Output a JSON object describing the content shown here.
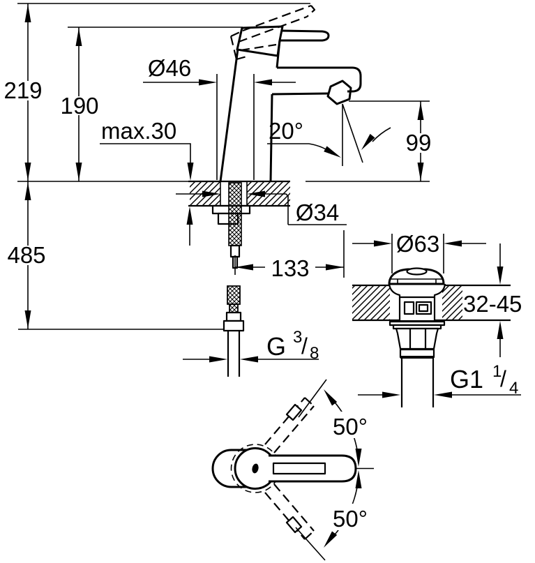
{
  "colors": {
    "ink": "#000000",
    "paper": "#ffffff"
  },
  "side_view": {
    "height_total": "219",
    "height_to_spout_body": "190",
    "hose_length": "485",
    "deck_thickness_max": "max.30",
    "body_diameter": "Ø46",
    "spout_angle": "20°",
    "spout_outlet_height": "99",
    "hole_diameter": "Ø34",
    "spout_reach": "133",
    "supply_thread": {
      "letter": "G",
      "numerator": "3",
      "slash": "/",
      "denominator": "8"
    }
  },
  "drain_view": {
    "flange_diameter": "Ø63",
    "deck_thickness_range": "32-45",
    "waste_thread": {
      "letter": "G1",
      "numerator": "1",
      "slash": "/",
      "denominator": "4"
    }
  },
  "top_view": {
    "handle_swing_up": "50°",
    "handle_swing_down": "50°"
  }
}
